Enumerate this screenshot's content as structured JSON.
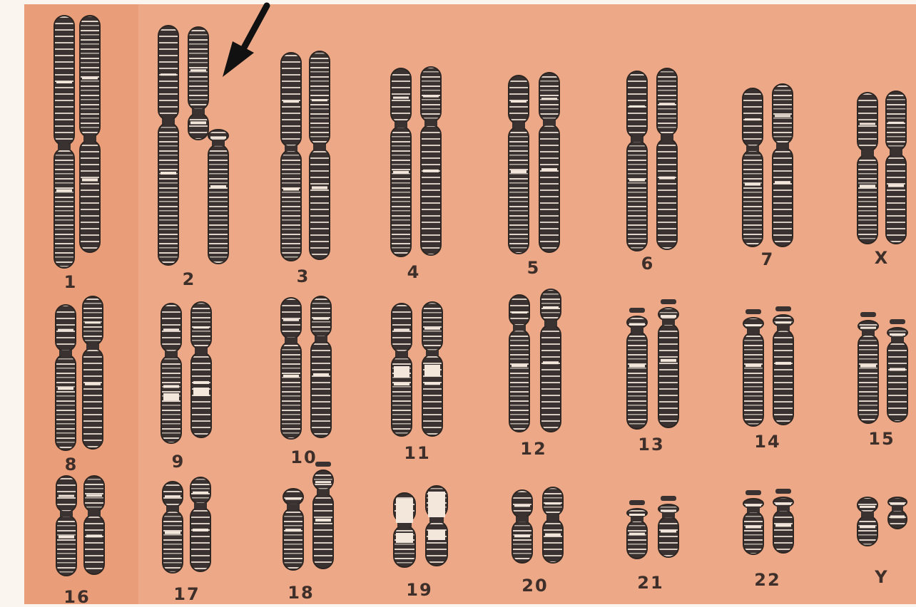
{
  "figure": {
    "background_color": "#eda987",
    "chromosome_color": "#3a3230",
    "band_light_color": "#f3e7dc",
    "arrow_color": "#111111"
  },
  "pairs": [
    {
      "id": "1",
      "label": "1"
    },
    {
      "id": "2",
      "label": "2",
      "note_icon": "arrow-icon"
    },
    {
      "id": "3",
      "label": "3"
    },
    {
      "id": "4",
      "label": "4"
    },
    {
      "id": "5",
      "label": "5"
    },
    {
      "id": "6",
      "label": "6"
    },
    {
      "id": "7",
      "label": "7"
    },
    {
      "id": "X",
      "label": "X"
    },
    {
      "id": "8",
      "label": "8"
    },
    {
      "id": "9",
      "label": "9"
    },
    {
      "id": "10",
      "label": "10"
    },
    {
      "id": "11",
      "label": "11"
    },
    {
      "id": "12",
      "label": "12"
    },
    {
      "id": "13",
      "label": "13"
    },
    {
      "id": "14",
      "label": "14"
    },
    {
      "id": "15",
      "label": "15"
    },
    {
      "id": "16",
      "label": "16"
    },
    {
      "id": "17",
      "label": "17"
    },
    {
      "id": "18",
      "label": "18"
    },
    {
      "id": "19",
      "label": "19"
    },
    {
      "id": "20",
      "label": "20"
    },
    {
      "id": "21",
      "label": "21"
    },
    {
      "id": "22",
      "label": "22"
    },
    {
      "id": "Y",
      "label": "Y"
    }
  ]
}
